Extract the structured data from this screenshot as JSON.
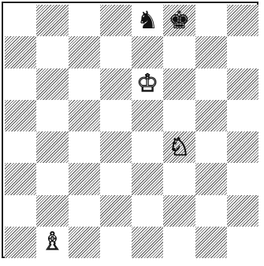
{
  "board": {
    "files": 8,
    "ranks": 8,
    "light_color": "#ffffff",
    "dark_pattern": "diagonal-hatch",
    "pieces": [
      {
        "name": "black-knight",
        "square": "e8",
        "color": "black",
        "glyph": "♞"
      },
      {
        "name": "black-king",
        "square": "f8",
        "color": "black",
        "glyph": "♚"
      },
      {
        "name": "white-king",
        "square": "e6",
        "color": "white",
        "glyph": "♔"
      },
      {
        "name": "white-knight",
        "square": "f4",
        "color": "white",
        "glyph": "♘"
      },
      {
        "name": "white-bishop",
        "square": "b1",
        "color": "white",
        "glyph": "♗"
      }
    ]
  }
}
